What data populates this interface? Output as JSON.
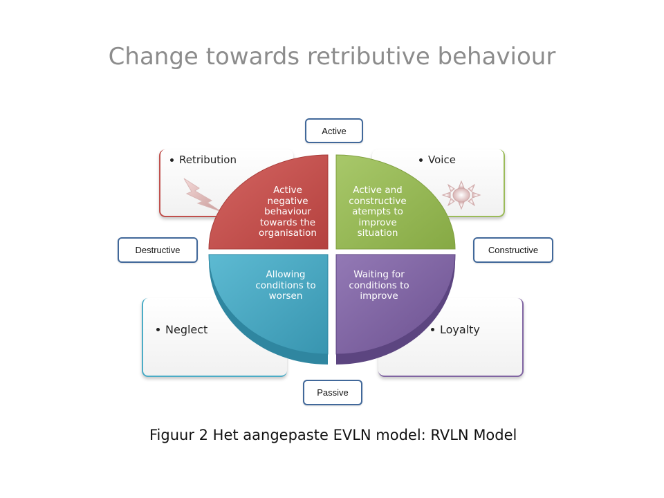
{
  "title": "Change towards retributive behaviour",
  "caption": "Figuur 2 Het aangepaste EVLN model: RVLN Model",
  "axes": {
    "top": "Active",
    "bottom": "Passive",
    "left": "Destructive",
    "right": "Constructive"
  },
  "cards": {
    "top_left": {
      "label": "Retribution",
      "color": "#c0504d",
      "icon": "lightning-icon"
    },
    "top_right": {
      "label": "Voice",
      "color": "#9bbb59",
      "icon": "sun-icon"
    },
    "bottom_left": {
      "label": "Neglect",
      "color": "#4bacc6"
    },
    "bottom_right": {
      "label": "Loyalty",
      "color": "#8064a2"
    }
  },
  "quadrants": {
    "top_left": {
      "text": "Active\nnegative\nbehaviour\ntowards the\norganisation",
      "color": "#c0504d"
    },
    "top_right": {
      "text": "Active and\nconstructive\natempts to\nimprove\nsituation",
      "color": "#9bbb59"
    },
    "bottom_left": {
      "text": "Allowing\nconditions to\nworsen",
      "color": "#4bacc6"
    },
    "bottom_right": {
      "text": "Waiting for\nconditions to\nimprove",
      "color": "#8064a2"
    }
  }
}
